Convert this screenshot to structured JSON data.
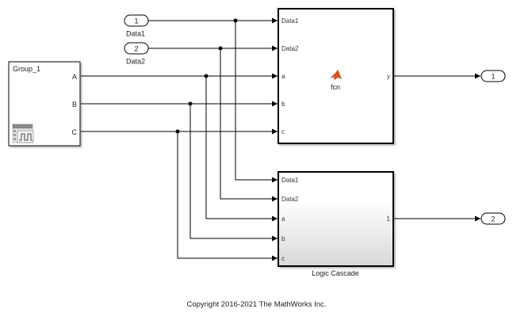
{
  "inports": [
    {
      "number": "1",
      "name": "Data1"
    },
    {
      "number": "2",
      "name": "Data2"
    }
  ],
  "signal_builder": {
    "title": "Group_1",
    "outputs": [
      "A",
      "B",
      "C"
    ],
    "icon": "signal-builder-icon"
  },
  "matlab_function": {
    "name": "fcn",
    "inputs": [
      "Data1",
      "Data2",
      "a",
      "b",
      "c"
    ],
    "output": "y",
    "icon": "matlab-logo-icon"
  },
  "logic_cascade": {
    "name": "Logic Cascade",
    "inputs": [
      "Data1",
      "Data2",
      "a",
      "b",
      "c"
    ],
    "output": "1"
  },
  "outports": [
    {
      "number": "1"
    },
    {
      "number": "2"
    }
  ],
  "footer": {
    "copyright": "Copyright 2016-2021 The MathWorks Inc."
  },
  "colors": {
    "line": "#000000",
    "block_border": "#000000",
    "gradient_bottom": "#d8d8d8"
  }
}
